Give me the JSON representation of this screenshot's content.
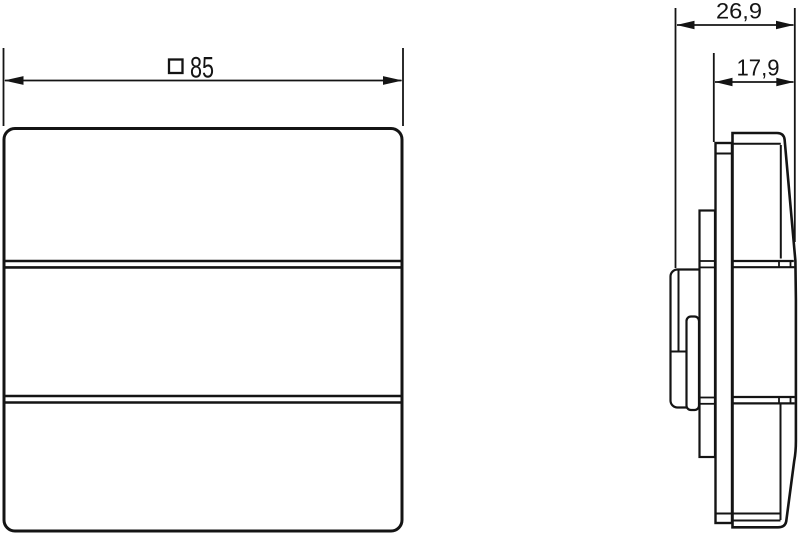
{
  "colors": {
    "line": "#141414",
    "background": "#ffffff"
  },
  "front_view": {
    "width_symbol": "□",
    "width_dimension": "85"
  },
  "side_view": {
    "overall_depth": "26,9",
    "front_depth": "17,9"
  }
}
